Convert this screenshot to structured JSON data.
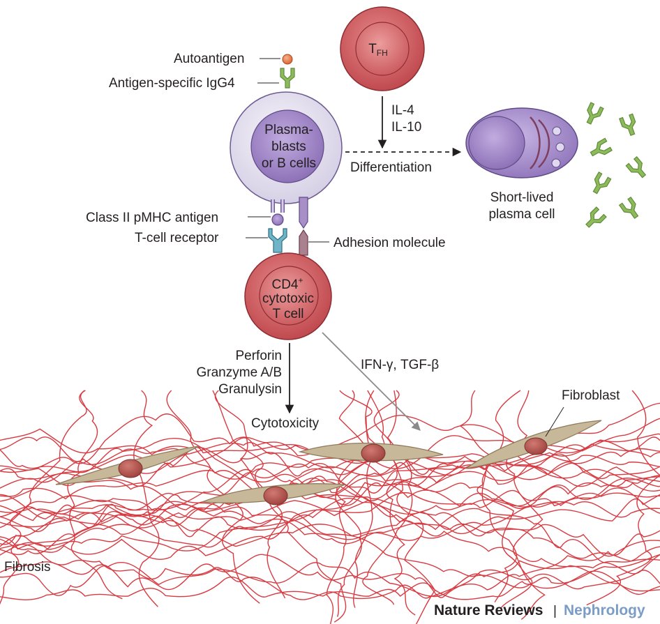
{
  "cells": {
    "tfh": {
      "main": "T",
      "sub": "FH"
    },
    "b_cell": {
      "line1": "Plasma-",
      "line2": "blasts",
      "line3": "or B cells"
    },
    "t_cell": {
      "line1": "CD4",
      "sup": "+",
      "line2": "cytotoxic",
      "line3": "T cell"
    },
    "plasma_cell": {
      "line1": "Short-lived",
      "line2": "plasma cell"
    }
  },
  "labels": {
    "autoantigen": "Autoantigen",
    "igg4": "Antigen-specific IgG4",
    "class2": "Class II pMHC antigen",
    "tcr": "T-cell receptor",
    "adhesion": "Adhesion molecule",
    "il4": "IL-4",
    "il10": "IL-10",
    "differentiation": "Differentiation",
    "perforin": "Perforin",
    "granzyme": "Granzyme A/B",
    "granulysin": "Granulysin",
    "ifn": "IFN-γ, TGF-β",
    "cytotoxicity": "Cytotoxicity",
    "fibroblast": "Fibroblast",
    "fibrosis": "Fibrosis"
  },
  "credit": {
    "publisher": "Nature Reviews",
    "separator": "|",
    "journal": "Nephrology"
  },
  "colors": {
    "t_cell_red": "#c9555a",
    "b_cell_purple": "#9b82c0",
    "b_cell_outer": "#e6e2ef",
    "antibody_green": "#7ba94f",
    "fibre_red": "#d3262e",
    "fibroblast_tan": "#c8b89a",
    "nucleus": "#b0504c",
    "brand_blue": "#7a9cc6"
  }
}
